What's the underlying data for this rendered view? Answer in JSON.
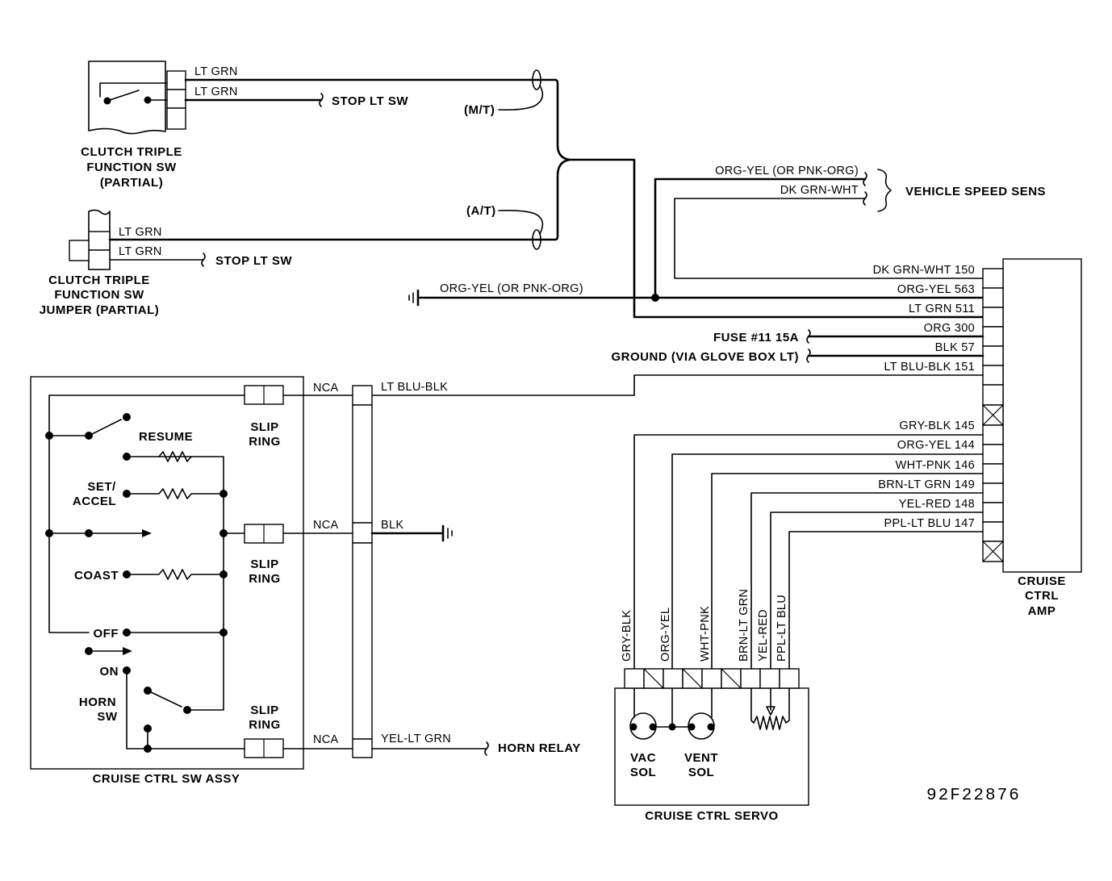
{
  "clutch_switch": {
    "title_lines": [
      "CLUTCH TRIPLE",
      "FUNCTION SW",
      "(PARTIAL)"
    ],
    "wire1": "LT GRN",
    "wire2": "LT GRN",
    "dest": "STOP LT SW"
  },
  "jumper": {
    "title_lines": [
      "CLUTCH TRIPLE",
      "FUNCTION SW",
      "JUMPER (PARTIAL)"
    ],
    "wire1": "LT GRN",
    "wire2": "LT GRN",
    "dest": "STOP LT SW"
  },
  "transmission": {
    "manual": "(M/T)",
    "auto": "(A/T)"
  },
  "speed_sensor": {
    "wire1": "ORG-YEL (OR PNK-ORG)",
    "wire2": "DK GRN-WHT",
    "label": "VEHICLE SPEED SENS"
  },
  "ground_wire": "ORG-YEL (OR PNK-ORG)",
  "amp": {
    "title_lines": [
      "CRUISE",
      "CTRL",
      "AMP"
    ],
    "pins_top": [
      "DK GRN-WHT 150",
      "ORG-YEL 563",
      "LT GRN 511",
      "ORG 300",
      "BLK 57",
      "LT BLU-BLK 151"
    ],
    "fuse": "FUSE #11 15A",
    "ground": "GROUND (VIA GLOVE BOX LT)",
    "pins_bottom": [
      "GRY-BLK 145",
      "ORG-YEL 144",
      "WHT-PNK 146",
      "BRN-LT GRN 149",
      "YEL-RED 148",
      "PPL-LT BLU 147"
    ]
  },
  "switch_assy": {
    "title": "CRUISE CTRL SW ASSY",
    "resume": "RESUME",
    "set_lines": [
      "SET/",
      "ACCEL"
    ],
    "coast": "COAST",
    "off": "OFF",
    "on": "ON",
    "horn_lines": [
      "HORN",
      "SW"
    ],
    "slip_ring_lines": [
      "SLIP",
      "RING"
    ]
  },
  "connectors": {
    "nca": "NCA",
    "wire_top": "LT BLU-BLK",
    "wire_mid": "BLK",
    "wire_bot": "YEL-LT GRN",
    "horn_relay": "HORN RELAY"
  },
  "servo": {
    "title": "CRUISE CTRL SERVO",
    "wires": [
      "GRY-BLK",
      "ORG-YEL",
      "WHT-PNK",
      "BRN-LT GRN",
      "YEL-RED",
      "PPL-LT BLU"
    ],
    "vac_lines": [
      "VAC",
      "SOL"
    ],
    "vent_lines": [
      "VENT",
      "SOL"
    ]
  },
  "figure_code": "92F22876"
}
